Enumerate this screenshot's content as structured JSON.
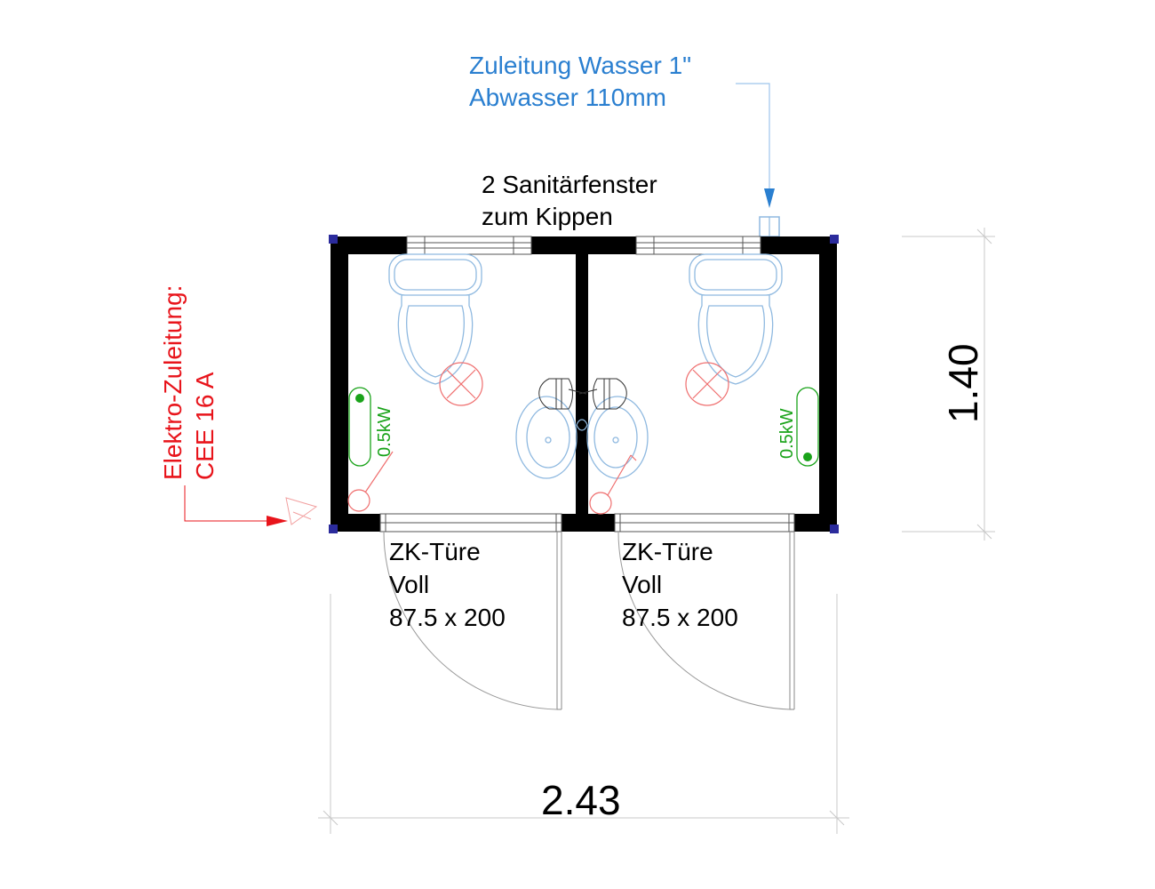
{
  "water": {
    "line1": "Zuleitung Wasser 1\"",
    "line2": "Abwasser 110mm"
  },
  "windows": {
    "line1": "2 Sanitärfenster",
    "line2": "zum Kippen"
  },
  "electric": {
    "line1": "Elektro-Zuleitung:",
    "line2": "CEE 16 A"
  },
  "heaters": [
    {
      "label": "0.5kW"
    },
    {
      "label": "0.5kW"
    }
  ],
  "doors": [
    {
      "line1": "ZK-Türe",
      "line2": "Voll",
      "line3": "87.5 x 200"
    },
    {
      "line1": "ZK-Türe",
      "line2": "Voll",
      "line3": "87.5 x 200"
    }
  ],
  "dimensions": {
    "width": "2.43",
    "depth": "1.40"
  },
  "colors": {
    "wall": "#000000",
    "water": "#2a7fd0",
    "electric": "#e8141b",
    "heater": "#1aa31a",
    "fixture": "#8fb9e0",
    "corner": "#2b2b9c"
  }
}
